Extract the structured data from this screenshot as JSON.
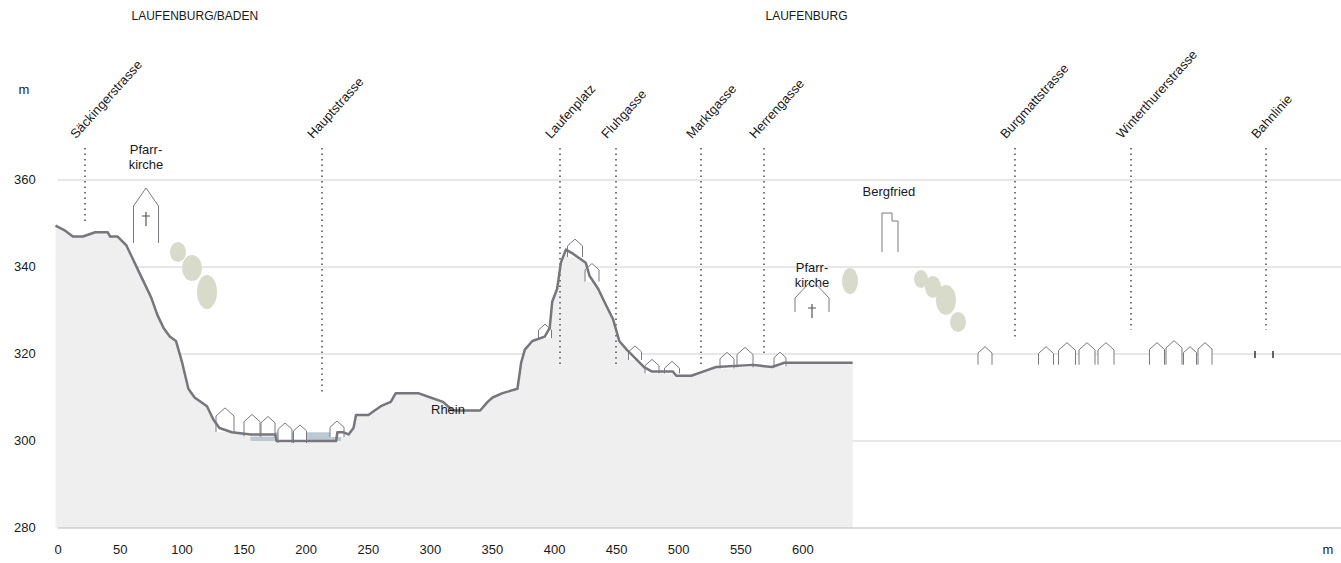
{
  "diagram": {
    "labels": [
      "LAUFENBURG/BADEN",
      "LAUFENBURG",
      "Säckingerstrasse",
      "Hauptstrasse",
      "Laufenplatz",
      "Fluhgasse",
      "Marktgasse",
      "Herrengasse",
      "Burgmattstrasse",
      "Winterthurerstrasse",
      "Bahnlinie",
      "m",
      "360",
      "340",
      "320",
      "300",
      "280",
      "Pfarr- kirche",
      "Bergfried",
      "Pfarr- kirche",
      "Rhein",
      "0",
      "50",
      "100",
      "150",
      "200",
      "250",
      "300",
      "350",
      "400",
      "450",
      "500",
      "550",
      "600",
      "m"
    ]
  }
}
